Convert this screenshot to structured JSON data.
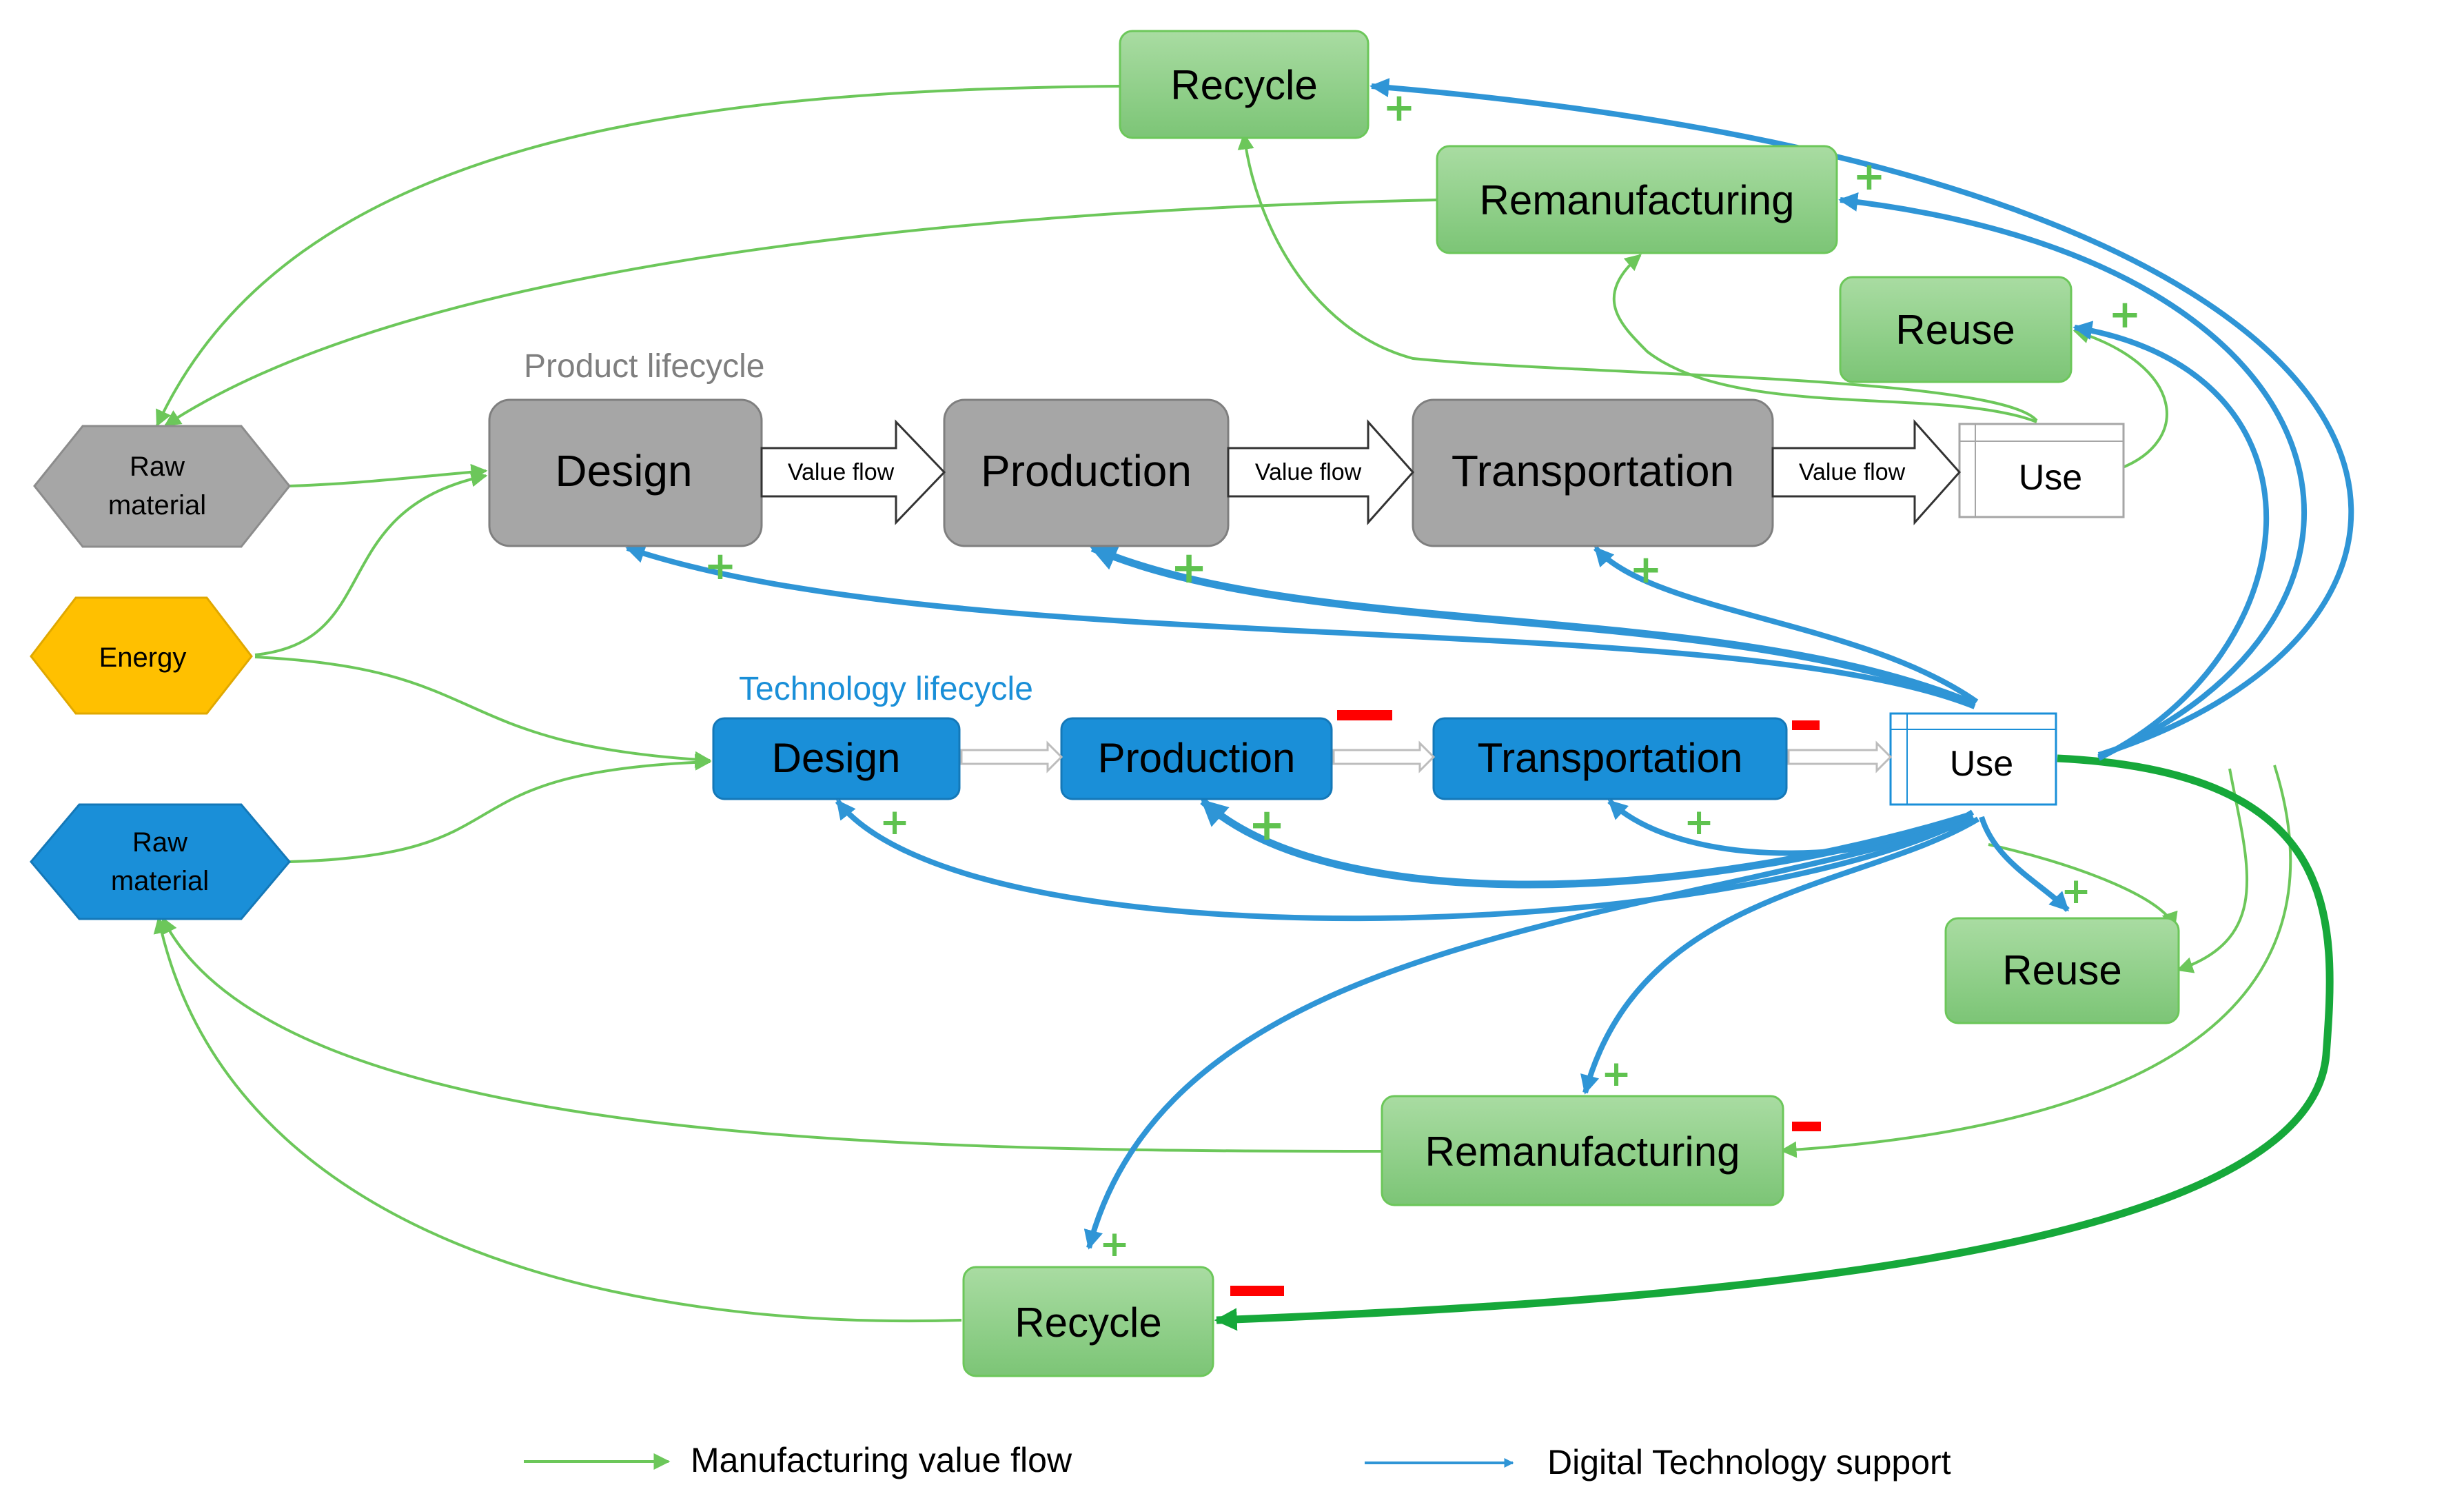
{
  "diagram": {
    "product_section_label": "Product lifecycle",
    "technology_section_label": "Technology lifecycle",
    "inputs": {
      "raw_material_top": [
        "Raw",
        "material"
      ],
      "energy": "Energy",
      "raw_material_bottom": [
        "Raw",
        "material"
      ]
    },
    "product_lifecycle": {
      "design": "Design",
      "production": "Production",
      "transportation": "Transportation",
      "use": "Use",
      "value_flow": "Value flow"
    },
    "technology_lifecycle": {
      "design": "Design",
      "production": "Production",
      "transportation": "Transportation",
      "use": "Use"
    },
    "product_end_of_life": {
      "recycle": "Recycle",
      "remanufacturing": "Remanufacturing",
      "reuse": "Reuse"
    },
    "technology_end_of_life": {
      "reuse": "Reuse",
      "remanufacturing": "Remanufacturing",
      "recycle": "Recycle"
    },
    "signs": {
      "plus": "+",
      "minus": "−"
    },
    "legend": {
      "manufacturing": "Manufacturing value flow",
      "digital": "Digital Technology support"
    },
    "colors": {
      "green_flow": "#6cc75a",
      "dark_green_flow": "#16a83a",
      "blue_support": "#2f95d6",
      "grey_node": "#a6a6a6",
      "blue_node": "#1a8fd8",
      "green_node": "#8fd18b",
      "energy": "#ffc000",
      "minus": "#ff0000",
      "plus": "#5fc24f"
    }
  }
}
